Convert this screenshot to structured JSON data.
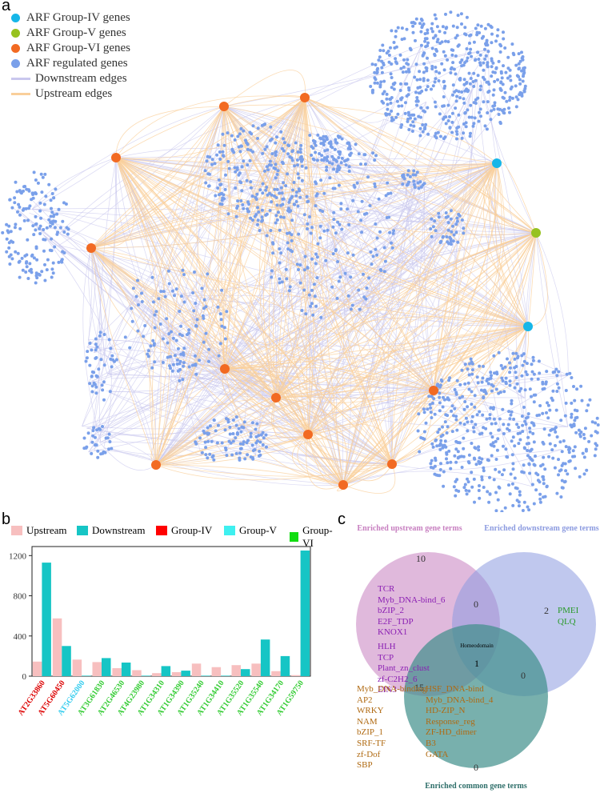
{
  "panel_labels": {
    "a": "a",
    "b": "b",
    "c": "c"
  },
  "network_legend": [
    {
      "label": "ARF Group-IV genes",
      "color": "#16b6e8"
    },
    {
      "label": "ARF Group-V genes",
      "color": "#97c21f"
    },
    {
      "label": "ARF Group-VI genes",
      "color": "#f26a22"
    },
    {
      "label": "ARF regulated genes",
      "color": "#7aa0ea"
    },
    {
      "label": "Downstream edges",
      "color": "#c9c7ee"
    },
    {
      "label": "Upstream edges",
      "color": "#f9cf9a"
    }
  ],
  "bar_legend": [
    {
      "label": "Upstream",
      "color": "#f7bfbf"
    },
    {
      "label": "Downstream",
      "color": "#16c5c5"
    },
    {
      "label": "Group-IV",
      "color": "#ff0000"
    },
    {
      "label": "Group-V",
      "color": "#3ef0f0"
    },
    {
      "label": "Group-VI",
      "color": "#11dd11"
    }
  ],
  "chart_data": {
    "type": "bar",
    "categories": [
      "AT2G33860",
      "AT5G60450",
      "AT5G62000",
      "AT3G61830",
      "AT2G46530",
      "AT4G23980",
      "AT1G34310",
      "AT1G34390",
      "AT1G35240",
      "AT1G34410",
      "AT1G35520",
      "AT1G35540",
      "AT1G34170",
      "AT1G59750"
    ],
    "category_colors": [
      "#dd0000",
      "#dd0000",
      "#33ccee",
      "#33cc33",
      "#33cc33",
      "#33cc33",
      "#33cc33",
      "#33cc33",
      "#33cc33",
      "#33cc33",
      "#33cc33",
      "#33cc33",
      "#33cc33",
      "#33cc33"
    ],
    "series": [
      {
        "name": "Upstream",
        "color": "#f7bfbf",
        "values": [
          145,
          575,
          165,
          140,
          80,
          60,
          30,
          40,
          125,
          90,
          110,
          125,
          50,
          10
        ]
      },
      {
        "name": "Downstream",
        "color": "#16c5c5",
        "values": [
          1130,
          300,
          5,
          180,
          135,
          5,
          100,
          55,
          5,
          5,
          70,
          365,
          200,
          1250
        ]
      }
    ],
    "yticks": [
      "0",
      "400",
      "800",
      "1200"
    ],
    "ylim": [
      0,
      1290
    ]
  },
  "venn": {
    "titles": {
      "upstream": "Enriched upstream gene terms",
      "downstream": "Enriched downstream gene terms",
      "common": "Enriched common gene terms"
    },
    "counts": {
      "upstream_only": "10",
      "downstream_only": "2",
      "common_only": "0",
      "up_down": "0",
      "up_common": "15",
      "down_common": "0",
      "center": "1"
    },
    "center_term": "Homeodomain",
    "upstream_terms": [
      "TCR",
      "Myb_DNA-bind_6",
      "bZIP_2",
      "E2F_TDP",
      "KNOX1",
      "HLH",
      "TCP",
      "Plant_zn_clust",
      "zf-C2H2_6",
      "EIN3"
    ],
    "downstream_terms": [
      "PMEI",
      "QLQ"
    ],
    "shared_left_terms": [
      "Myb_DNA-binding",
      "AP2",
      "WRKY",
      "NAM",
      "bZIP_1",
      "SRF-TF",
      "zf-Dof",
      "SBP"
    ],
    "shared_right_terms": [
      "HSF_DNA-bind",
      "Myb_DNA-bind_4",
      "HD-ZIP_N",
      "Response_reg",
      "ZF-HD_dimer",
      "B3",
      "GATA"
    ],
    "colors": {
      "upstream": "#c77fc0",
      "downstream": "#8c9be0",
      "common": "#3f8f8a",
      "upstream_text": "#8a1fb3",
      "downstream_text": "#2a9a2a",
      "shared_text": "#b06a12"
    }
  }
}
